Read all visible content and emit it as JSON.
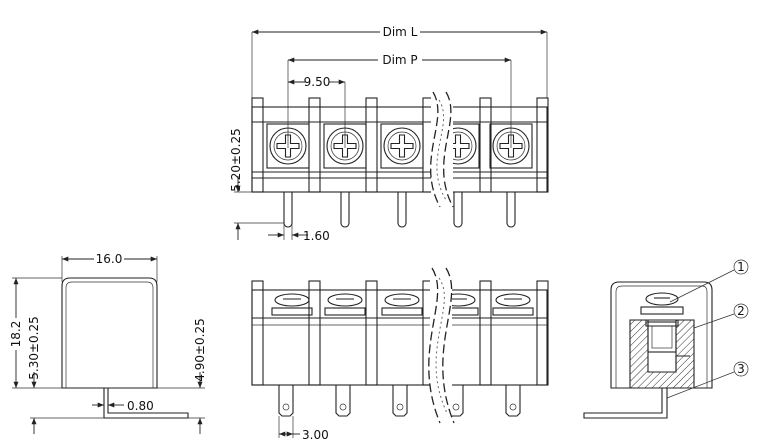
{
  "dimensions": {
    "dim_l": "Dim  L",
    "dim_p": "Dim  P",
    "pitch": "9.50",
    "height_top": "5.20±0.25",
    "pin_width": "1.60",
    "width": "16.0",
    "height_total": "18.2",
    "height_side_left": "5.30±0.25",
    "height_side_right": "4.90±0.25",
    "pin_thickness": "0.80",
    "tab_width": "3.00"
  },
  "callouts": [
    "1",
    "2",
    "3"
  ]
}
